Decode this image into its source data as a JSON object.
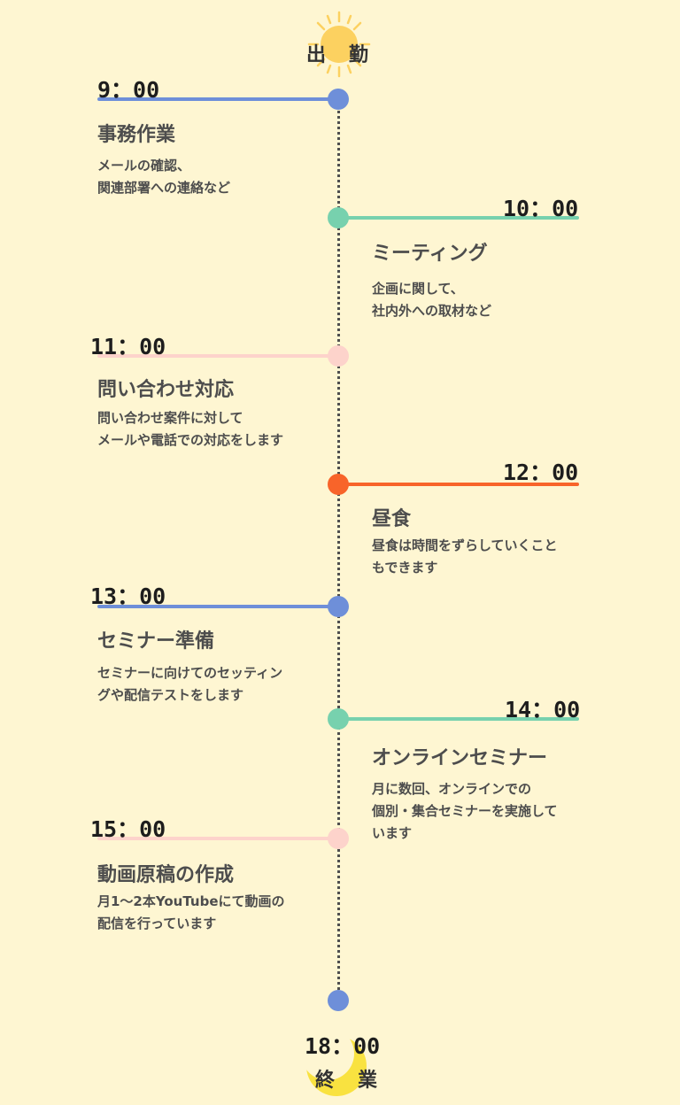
{
  "colors": {
    "background": "#FEF6D2",
    "blue": "#6E8FD9",
    "green": "#77D1AE",
    "pink": "#FDD3CB",
    "orange": "#F8642A",
    "sun": "#FCD160",
    "moon": "#F9E240"
  },
  "header": {
    "char_left": "出",
    "char_right": "勤",
    "icon": "sun-icon"
  },
  "footer": {
    "time": "18：00",
    "char_left": "終",
    "char_right": "業",
    "icon": "moon-icon"
  },
  "entries": [
    {
      "time": "9：00",
      "title": "事務作業",
      "lines": [
        "メールの確認、",
        "関連部署への連絡など"
      ],
      "side": "left",
      "color": "blue"
    },
    {
      "time": "10：00",
      "title": "ミーティング",
      "lines": [
        "企画に関して、",
        "社内外への取材など"
      ],
      "side": "right",
      "color": "green"
    },
    {
      "time": "11：00",
      "title": "問い合わせ対応",
      "lines": [
        "問い合わせ案件に対して",
        "メールや電話での対応をします"
      ],
      "side": "left",
      "color": "pink"
    },
    {
      "time": "12：00",
      "title": "昼食",
      "lines": [
        "昼食は時間をずらしていくこと",
        "もできます"
      ],
      "side": "right",
      "color": "orange"
    },
    {
      "time": "13：00",
      "title": "セミナー準備",
      "lines": [
        "セミナーに向けてのセッティン",
        "グや配信テストをします"
      ],
      "side": "left",
      "color": "blue"
    },
    {
      "time": "14：00",
      "title": "オンラインセミナー",
      "lines": [
        "月に数回、オンラインでの",
        "個別・集合セミナーを実施して",
        "います"
      ],
      "side": "right",
      "color": "green"
    },
    {
      "time": "15：00",
      "title": "動画原稿の作成",
      "lines": [
        "月1～2本YouTubeにて動画の",
        "配信を行っています"
      ],
      "side": "left",
      "color": "pink"
    }
  ]
}
